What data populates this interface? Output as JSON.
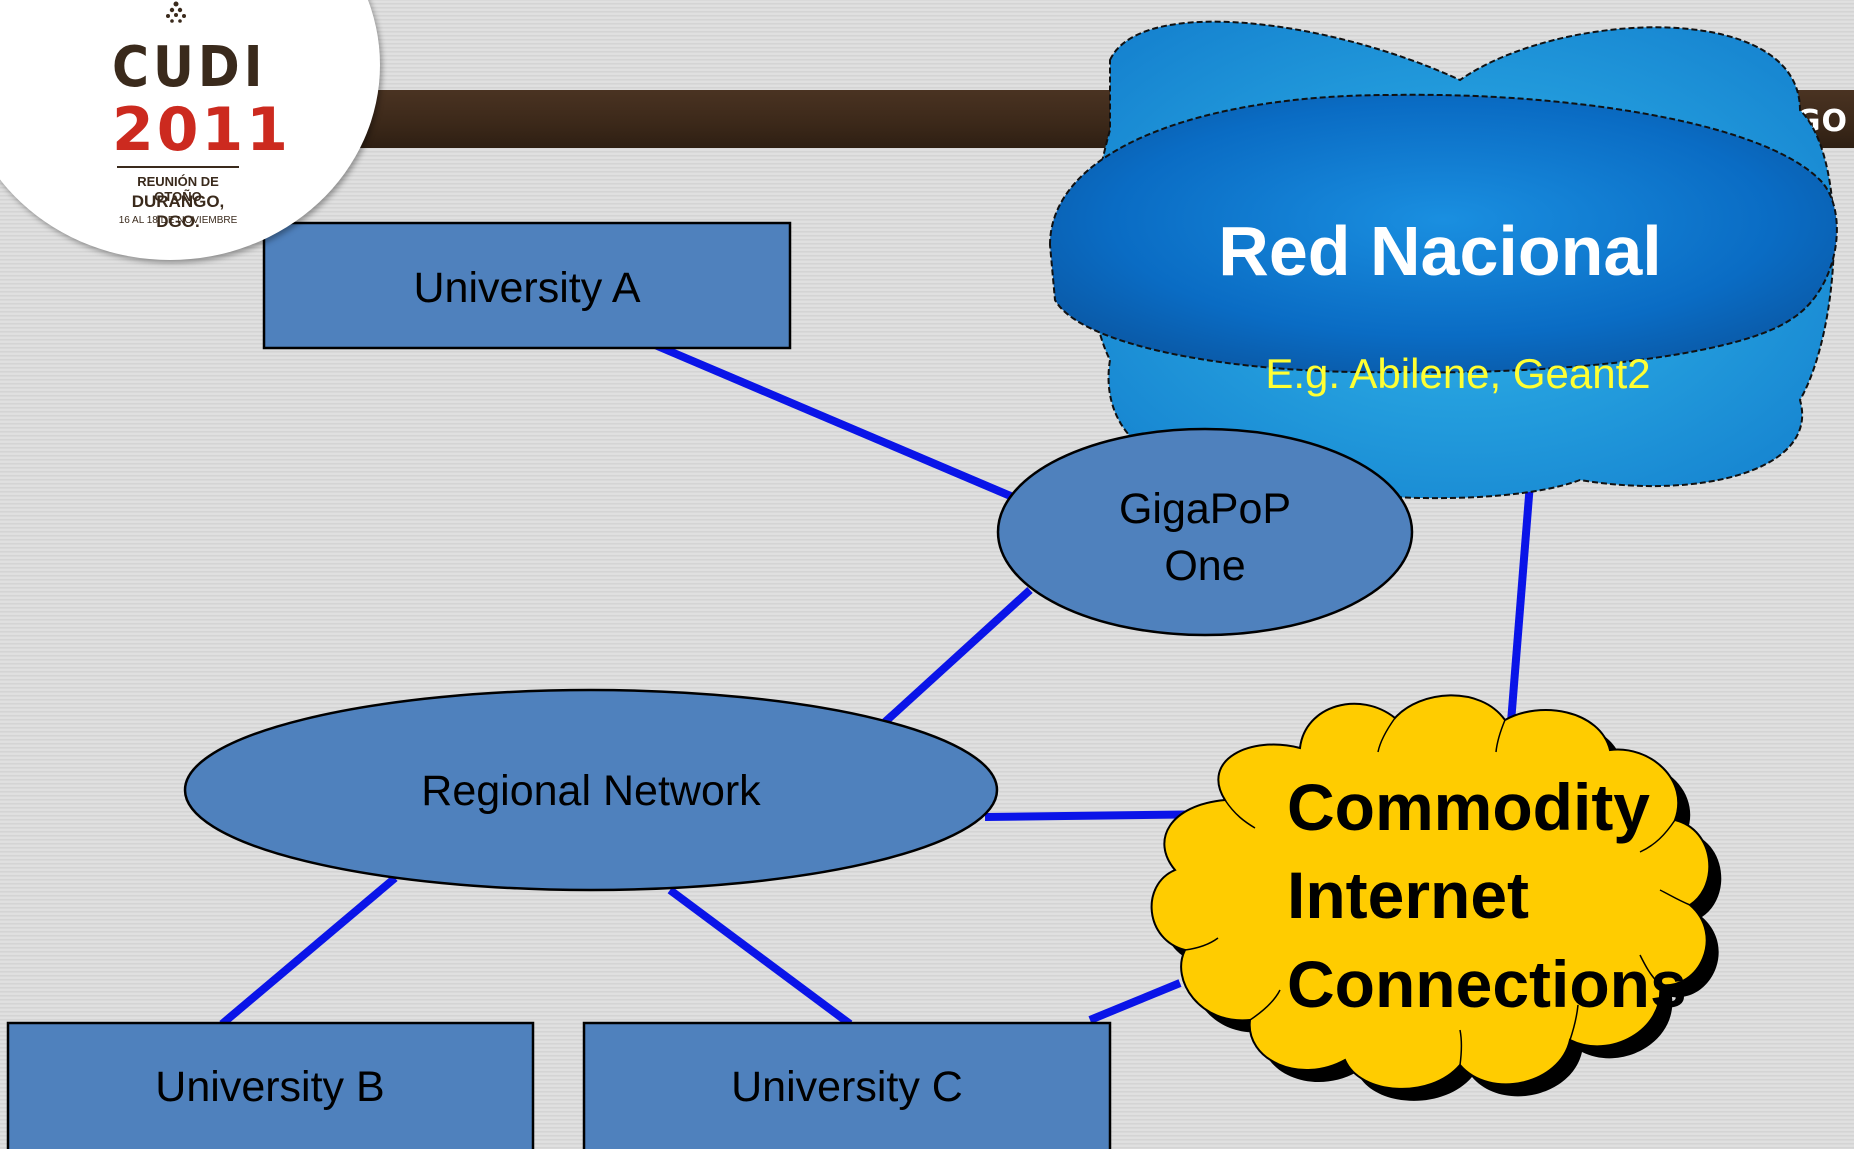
{
  "header": {
    "corner_text": "DGO"
  },
  "logo": {
    "name": "CUDI",
    "year": "2011",
    "line1": "REUNIÓN DE OTOÑO",
    "line2": "DURANGO, DGO.",
    "line3": "16 AL 18 DE NOVIEMBRE"
  },
  "diagram": {
    "nodes": {
      "university_a": "University A",
      "university_b": "University B",
      "university_c": "University C",
      "gigapop_line1": "GigaPoP",
      "gigapop_line2": "One",
      "regional": "Regional Network"
    },
    "red_nacional": {
      "title": "Red Nacional",
      "subtitle": "E.g. Abilene, Geant2"
    },
    "commodity": {
      "line1": "Commodity",
      "line2": "Internet",
      "line3": "Connections"
    }
  },
  "colors": {
    "node_fill": "#4f81bd",
    "link": "#0a14e8",
    "header": "#3b2819",
    "cloud_blue": "#0a72c8",
    "cloud_yellow": "#ffcc00",
    "cloud_subtitle": "#ffff33"
  }
}
